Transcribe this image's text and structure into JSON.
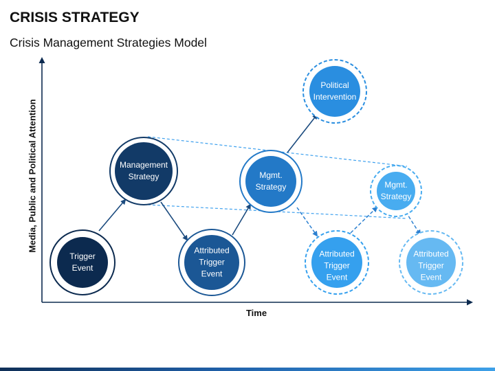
{
  "title": "CRISIS STRATEGY",
  "subtitle": "Crisis Management Strategies Model",
  "axes": {
    "y_label": "Media, Public and Political Attention",
    "x_label": "Time"
  },
  "nodes": [
    {
      "id": "trigger-event",
      "label": "Trigger\nEvent",
      "fill": "#0c2a4f",
      "ring": "#0c2a4f",
      "ring_style": "solid"
    },
    {
      "id": "management-strategy",
      "label": "Management\nStrategy",
      "fill": "#123a67",
      "ring": "#123a67",
      "ring_style": "solid"
    },
    {
      "id": "attributed-trigger-event-1",
      "label": "Attributed\nTrigger\nEvent",
      "fill": "#1b5795",
      "ring": "#1b5795",
      "ring_style": "solid"
    },
    {
      "id": "mgmt-strategy-1",
      "label": "Mgmt.\nStrategy",
      "fill": "#2379c7",
      "ring": "#2379c7",
      "ring_style": "solid"
    },
    {
      "id": "political-intervention",
      "label": "Political\nIntervention",
      "fill": "#2a8ee0",
      "ring": "#2a8ee0",
      "ring_style": "dashed"
    },
    {
      "id": "attributed-trigger-event-2",
      "label": "Attributed\nTrigger\nEvent",
      "fill": "#35a0ee",
      "ring": "#35a0ee",
      "ring_style": "dashed"
    },
    {
      "id": "mgmt-strategy-2",
      "label": "Mgmt.\nStrategy",
      "fill": "#48acf0",
      "ring": "#48acf0",
      "ring_style": "dashed"
    },
    {
      "id": "attributed-trigger-event-3",
      "label": "Attributed\nTrigger\nEvent",
      "fill": "#66b9f2",
      "ring": "#66b9f2",
      "ring_style": "dashed"
    }
  ],
  "colors": {
    "axis": "#0c2a4f",
    "solid_arrow": "#1a4a7e",
    "dashed_arrow": "#2b7fd0",
    "guide_line": "#3da0ee"
  }
}
